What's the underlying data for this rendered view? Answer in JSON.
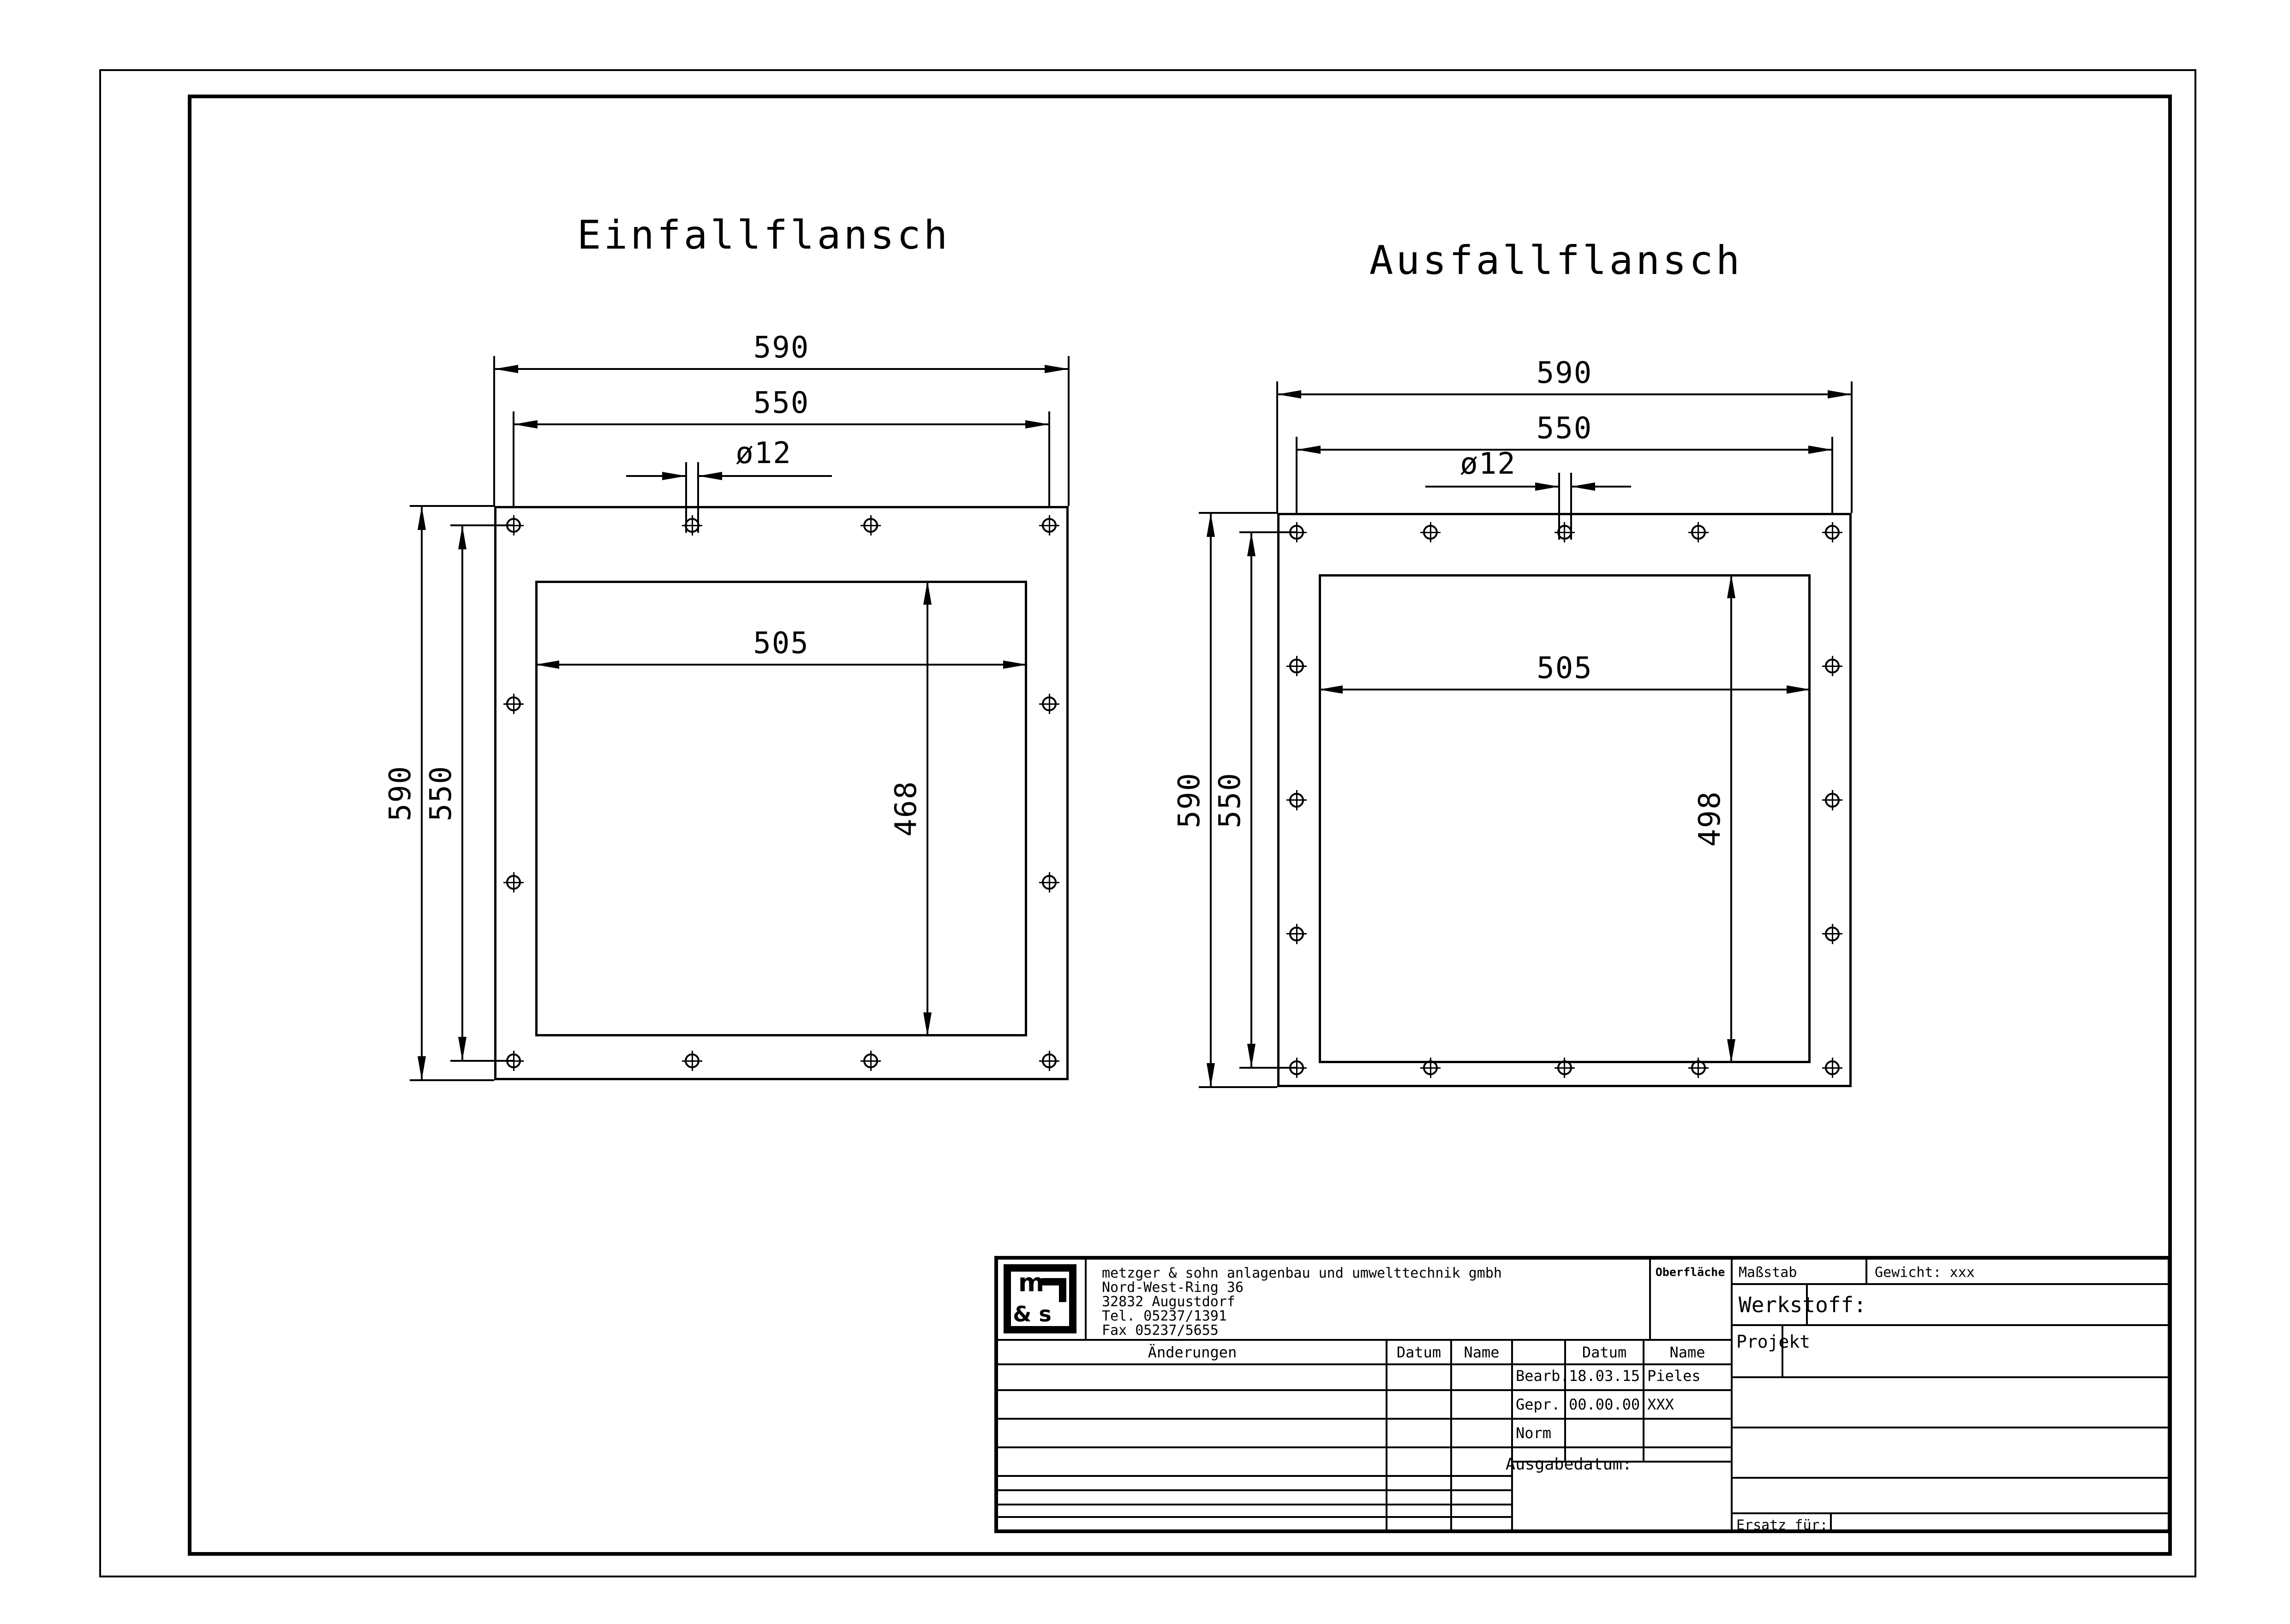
{
  "sheet": {
    "views": [
      {
        "title": "Einfallflansch",
        "outer_size": "590",
        "bolt_pitch": "550",
        "hole_dia": "ø12",
        "opening_width": "505",
        "opening_height": "468",
        "holes_per_side": 4
      },
      {
        "title": "Ausfallflansch",
        "outer_size": "590",
        "bolt_pitch": "550",
        "hole_dia": "ø12",
        "opening_width": "505",
        "opening_height": "498",
        "holes_per_side": 5
      }
    ]
  },
  "title_block": {
    "logo_top": "m",
    "logo_bottom": "& s",
    "company_lines": [
      "metzger & sohn anlagenbau und umwelttechnik gmbh",
      "Nord-West-Ring 36",
      "32832 Augustdorf",
      "Tel. 05237/1391",
      "Fax 05237/5655"
    ],
    "oberflaeche": "Oberfläche",
    "massstab": "Maßstab",
    "gewicht": "Gewicht: xxx",
    "werkstoff": "Werkstoff:",
    "projekt": "Projekt",
    "aenderungen": "Änderungen",
    "datum": "Datum",
    "name": "Name",
    "approvals": [
      {
        "role": "Bearb.",
        "date": "18.03.15",
        "by": "Pieles"
      },
      {
        "role": "Gepr.",
        "date": "00.00.00",
        "by": "XXX"
      },
      {
        "role": "Norm",
        "date": "",
        "by": ""
      }
    ],
    "ausgabedatum": "Ausgabedatum:",
    "ersatz": "Ersatz für:"
  }
}
